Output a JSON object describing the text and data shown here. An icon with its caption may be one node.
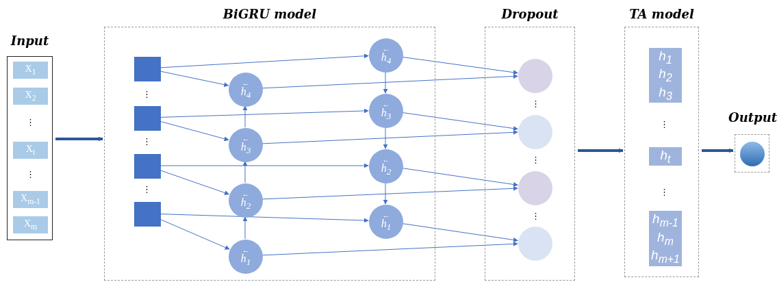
{
  "diagram": {
    "nodes": [
      {
        "text": [
          "Input"
        ]
      },
      {
        "text": [
          "X$_{1}$"
        ],
        "in": 0
      },
      {
        "text": [
          "X$_{2}$"
        ],
        "in": 0
      },
      {
        "text": [
          "X$_{t}$"
        ],
        "in": 0
      },
      {
        "text": [
          "X$_{m-1}$"
        ],
        "in": 0
      },
      {
        "text": [
          "X$_{m}$"
        ],
        "in": 0
      },
      {
        "text": [
          "BiGRU model"
        ]
      },
      {
        "text": [],
        "shape": "box",
        "in": 6
      },
      {
        "text": [],
        "shape": "box",
        "in": 6
      },
      {
        "text": [],
        "shape": "box",
        "in": 6
      },
      {
        "text": [],
        "shape": "box",
        "in": 6
      },
      {
        "text": [
          "←",
          "h$_{4}$"
        ],
        "in": 6
      },
      {
        "text": [
          "←",
          "h$_{3}$"
        ],
        "in": 6
      },
      {
        "text": [
          "←",
          "h$_{2}$"
        ],
        "in": 6
      },
      {
        "text": [
          "←",
          "h$_{1}$"
        ],
        "in": 6
      },
      {
        "text": [
          "←",
          "h$_{4}$"
        ],
        "in": 6
      },
      {
        "text": [
          "←",
          "h$_{3}$"
        ],
        "in": 6
      },
      {
        "text": [
          "←",
          "h$_{2}$"
        ],
        "in": 6
      },
      {
        "text": [
          "←",
          "h$_{1}$"
        ],
        "in": 6
      },
      {
        "text": [
          "Dropout"
        ]
      },
      {
        "text": [],
        "shape": "circle",
        "in": 19
      },
      {
        "text": [],
        "shape": "circle",
        "in": 19
      },
      {
        "text": [],
        "shape": "circle",
        "in": 19
      },
      {
        "text": [],
        "shape": "circle",
        "in": 19
      },
      {
        "text": [
          "TA model"
        ]
      },
      {
        "text": [
          "h$_{1}$",
          "h$_{2}$",
          "h$_{3}$"
        ],
        "in": 24
      },
      {
        "text": [
          "h$_{t}$"
        ],
        "in": 24
      },
      {
        "text": [
          "h$_{m-1}$",
          "h$_{m}$",
          "h$_{m+1}$"
        ],
        "in": 24
      },
      {
        "text": [
          "Output"
        ]
      },
      {
        "text": [],
        "shape": "circle",
        "in": 28
      }
    ],
    "edges": [
      {
        "from": 0,
        "to": 6,
        "arrow": "to",
        "style": "thick",
        "color": "#2e5597"
      },
      {
        "from": 7,
        "to": 11,
        "arrow": "to"
      },
      {
        "from": 8,
        "to": 12,
        "arrow": "to"
      },
      {
        "from": 9,
        "to": 13,
        "arrow": "to"
      },
      {
        "from": 10,
        "to": 14,
        "arrow": "to"
      },
      {
        "from": 7,
        "to": 15,
        "arrow": "to"
      },
      {
        "from": 8,
        "to": 16,
        "arrow": "to"
      },
      {
        "from": 9,
        "to": 17,
        "arrow": "to"
      },
      {
        "from": 10,
        "to": 18,
        "arrow": "to"
      },
      {
        "from": 14,
        "to": 13,
        "arrow": "to"
      },
      {
        "from": 13,
        "to": 12,
        "arrow": "to"
      },
      {
        "from": 12,
        "to": 11,
        "arrow": "to"
      },
      {
        "from": 15,
        "to": 16,
        "arrow": "to"
      },
      {
        "from": 16,
        "to": 17,
        "arrow": "to"
      },
      {
        "from": 17,
        "to": 18,
        "arrow": "to"
      },
      {
        "from": 15,
        "to": 20,
        "arrow": "to"
      },
      {
        "from": 11,
        "to": 20,
        "arrow": "to"
      },
      {
        "from": 16,
        "to": 21,
        "arrow": "to"
      },
      {
        "from": 12,
        "to": 21,
        "arrow": "to"
      },
      {
        "from": 17,
        "to": 22,
        "arrow": "to"
      },
      {
        "from": 13,
        "to": 22,
        "arrow": "to"
      },
      {
        "from": 18,
        "to": 23,
        "arrow": "to"
      },
      {
        "from": 14,
        "to": 23,
        "arrow": "to"
      },
      {
        "from": 19,
        "to": 24,
        "arrow": "to",
        "style": "thick",
        "color": "#2e5597"
      },
      {
        "from": 24,
        "to": 28,
        "arrow": "to",
        "style": "thick",
        "color": "#2e5597"
      }
    ],
    "labels": [
      "⋮",
      "⋮",
      "⋮",
      "⋮",
      "⋮",
      "⋮",
      "⋮",
      "⋮",
      "⋮",
      "⋮"
    ]
  }
}
